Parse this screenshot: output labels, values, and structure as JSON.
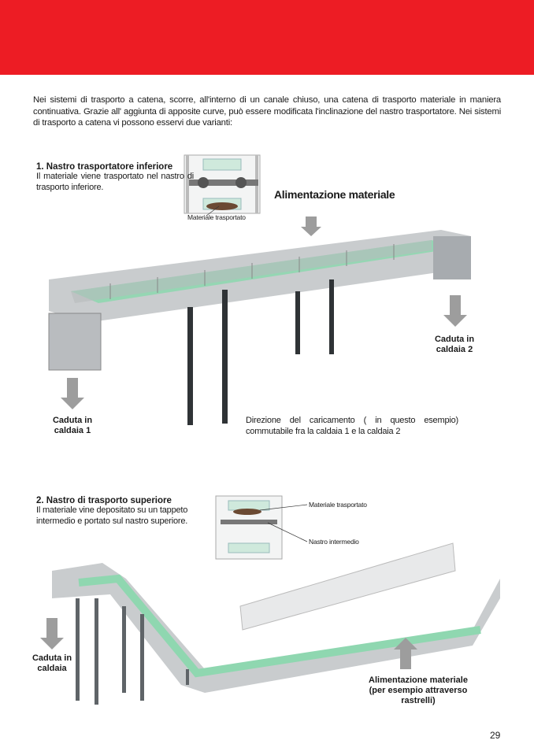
{
  "intro": "Nei sistemi di trasporto a catena, scorre, all'interno di un canale chiuso, una catena di trasporto materiale in maniera continuativa. Grazie all' aggiunta di apposite curve, può essere modificata l'inclinazione del nastro trasportatore. Nei sistemi di trasporto a catena vi possono esservi due varianti:",
  "section1": {
    "title": "1. Nastro trasportatore inferiore",
    "text": "Il materiale viene trasportato nel nastro di trasporto inferiore.",
    "diagram_label": "Materiale trasportato",
    "feed_label": "Alimentazione materiale",
    "drop2_label": "Caduta in caldaia 2",
    "drop1_label": "Caduta in caldaia 1",
    "direction_text": "Direzione del caricamento ( in questo esempio) commutabile fra la caldaia 1 e la caldaia 2"
  },
  "section2": {
    "title": "2. Nastro di trasporto superiore",
    "text": "Il materiale vine depositato su un tappeto intermedio e portato sul nastro superiore.",
    "diagram_label_1": "Materiale trasportato",
    "diagram_label_2": "Nastro intermedio",
    "drop_label": "Caduta in caldaia",
    "feed_label": "Alimentazione materiale (per esempio attraverso rastrelli)"
  },
  "page_number": "29",
  "colors": {
    "brand_red": "#ed1c24",
    "conveyor_green": "#7fd3a6",
    "steel": "#9aa0a6"
  }
}
